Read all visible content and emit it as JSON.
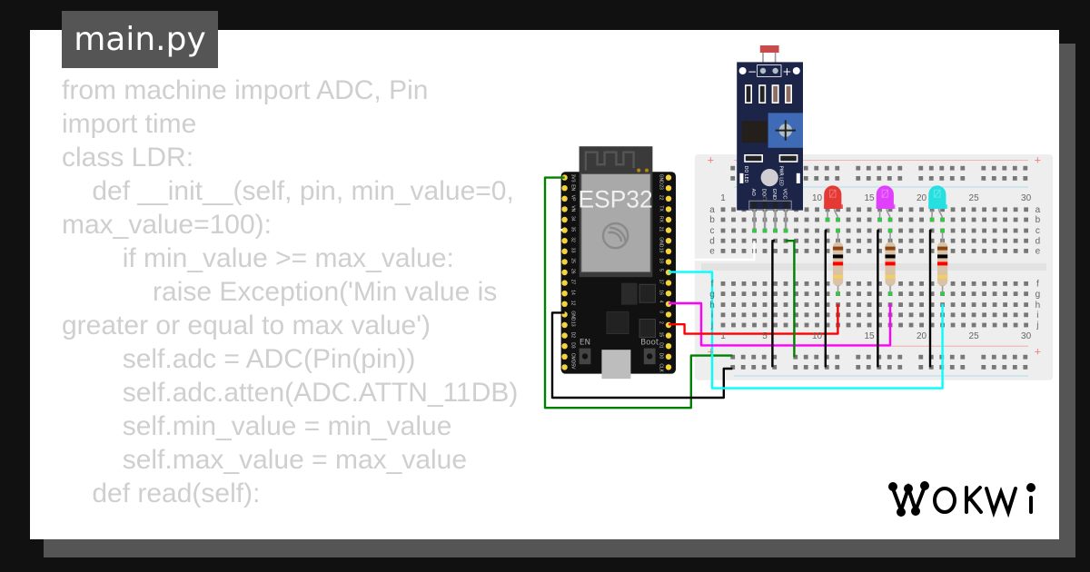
{
  "tab": {
    "title": "main.py"
  },
  "code": {
    "lines": [
      "from machine import ADC, Pin",
      "import time",
      "class LDR:",
      "    def __init__(self, pin, min_value=0, max_value=100):",
      "        if min_value >= max_value:",
      "            raise Exception('Min value is greater or equal to max value')",
      "        self.adc = ADC(Pin(pin))",
      "        self.adc.atten(ADC.ATTN_11DB)",
      "        self.min_value = min_value",
      "        self.max_value = max_value",
      "    def read(self):"
    ]
  },
  "esp32": {
    "label": "ESP32",
    "left_pins": [
      "3V3",
      "EN",
      "VP",
      "VN",
      "34",
      "35",
      "32",
      "33",
      "25",
      "26",
      "27",
      "14",
      "12",
      "GND",
      "13",
      "D2",
      "D3",
      "CMD",
      "5V"
    ],
    "right_pins": [
      "GND",
      "23",
      "22",
      "TX",
      "RX",
      "21",
      "GND",
      "19",
      "18",
      "5",
      "17",
      "16",
      "4",
      "0",
      "2",
      "15",
      "D1",
      "D0",
      "CLK"
    ],
    "en_label": "EN",
    "boot_label": "Boot"
  },
  "ldr_module": {
    "pins": [
      "AO",
      "DO",
      "GND",
      "VCC"
    ],
    "led_labels": [
      "DO LED",
      "PWR LED"
    ],
    "minus": "−",
    "plus": "+"
  },
  "breadboard": {
    "column_labels": [
      "1",
      "5",
      "10",
      "15",
      "20",
      "25",
      "30"
    ],
    "row_labels_top": [
      "a",
      "b",
      "c",
      "d",
      "e"
    ],
    "row_labels_bottom": [
      "f",
      "g",
      "h",
      "i",
      "j"
    ],
    "rail_plus": "+"
  },
  "leds": [
    {
      "color": "red",
      "hex": "#e53935"
    },
    {
      "color": "magenta",
      "hex": "#e040fb"
    },
    {
      "color": "cyan",
      "hex": "#26e0e0"
    }
  ],
  "wire_colors": {
    "green": "#008000",
    "black": "#000000",
    "white": "#ffffff",
    "cyan": "#00ffff",
    "magenta": "#ff00ff",
    "red": "#ff0000"
  },
  "brand": {
    "logo": "WOKWI"
  }
}
